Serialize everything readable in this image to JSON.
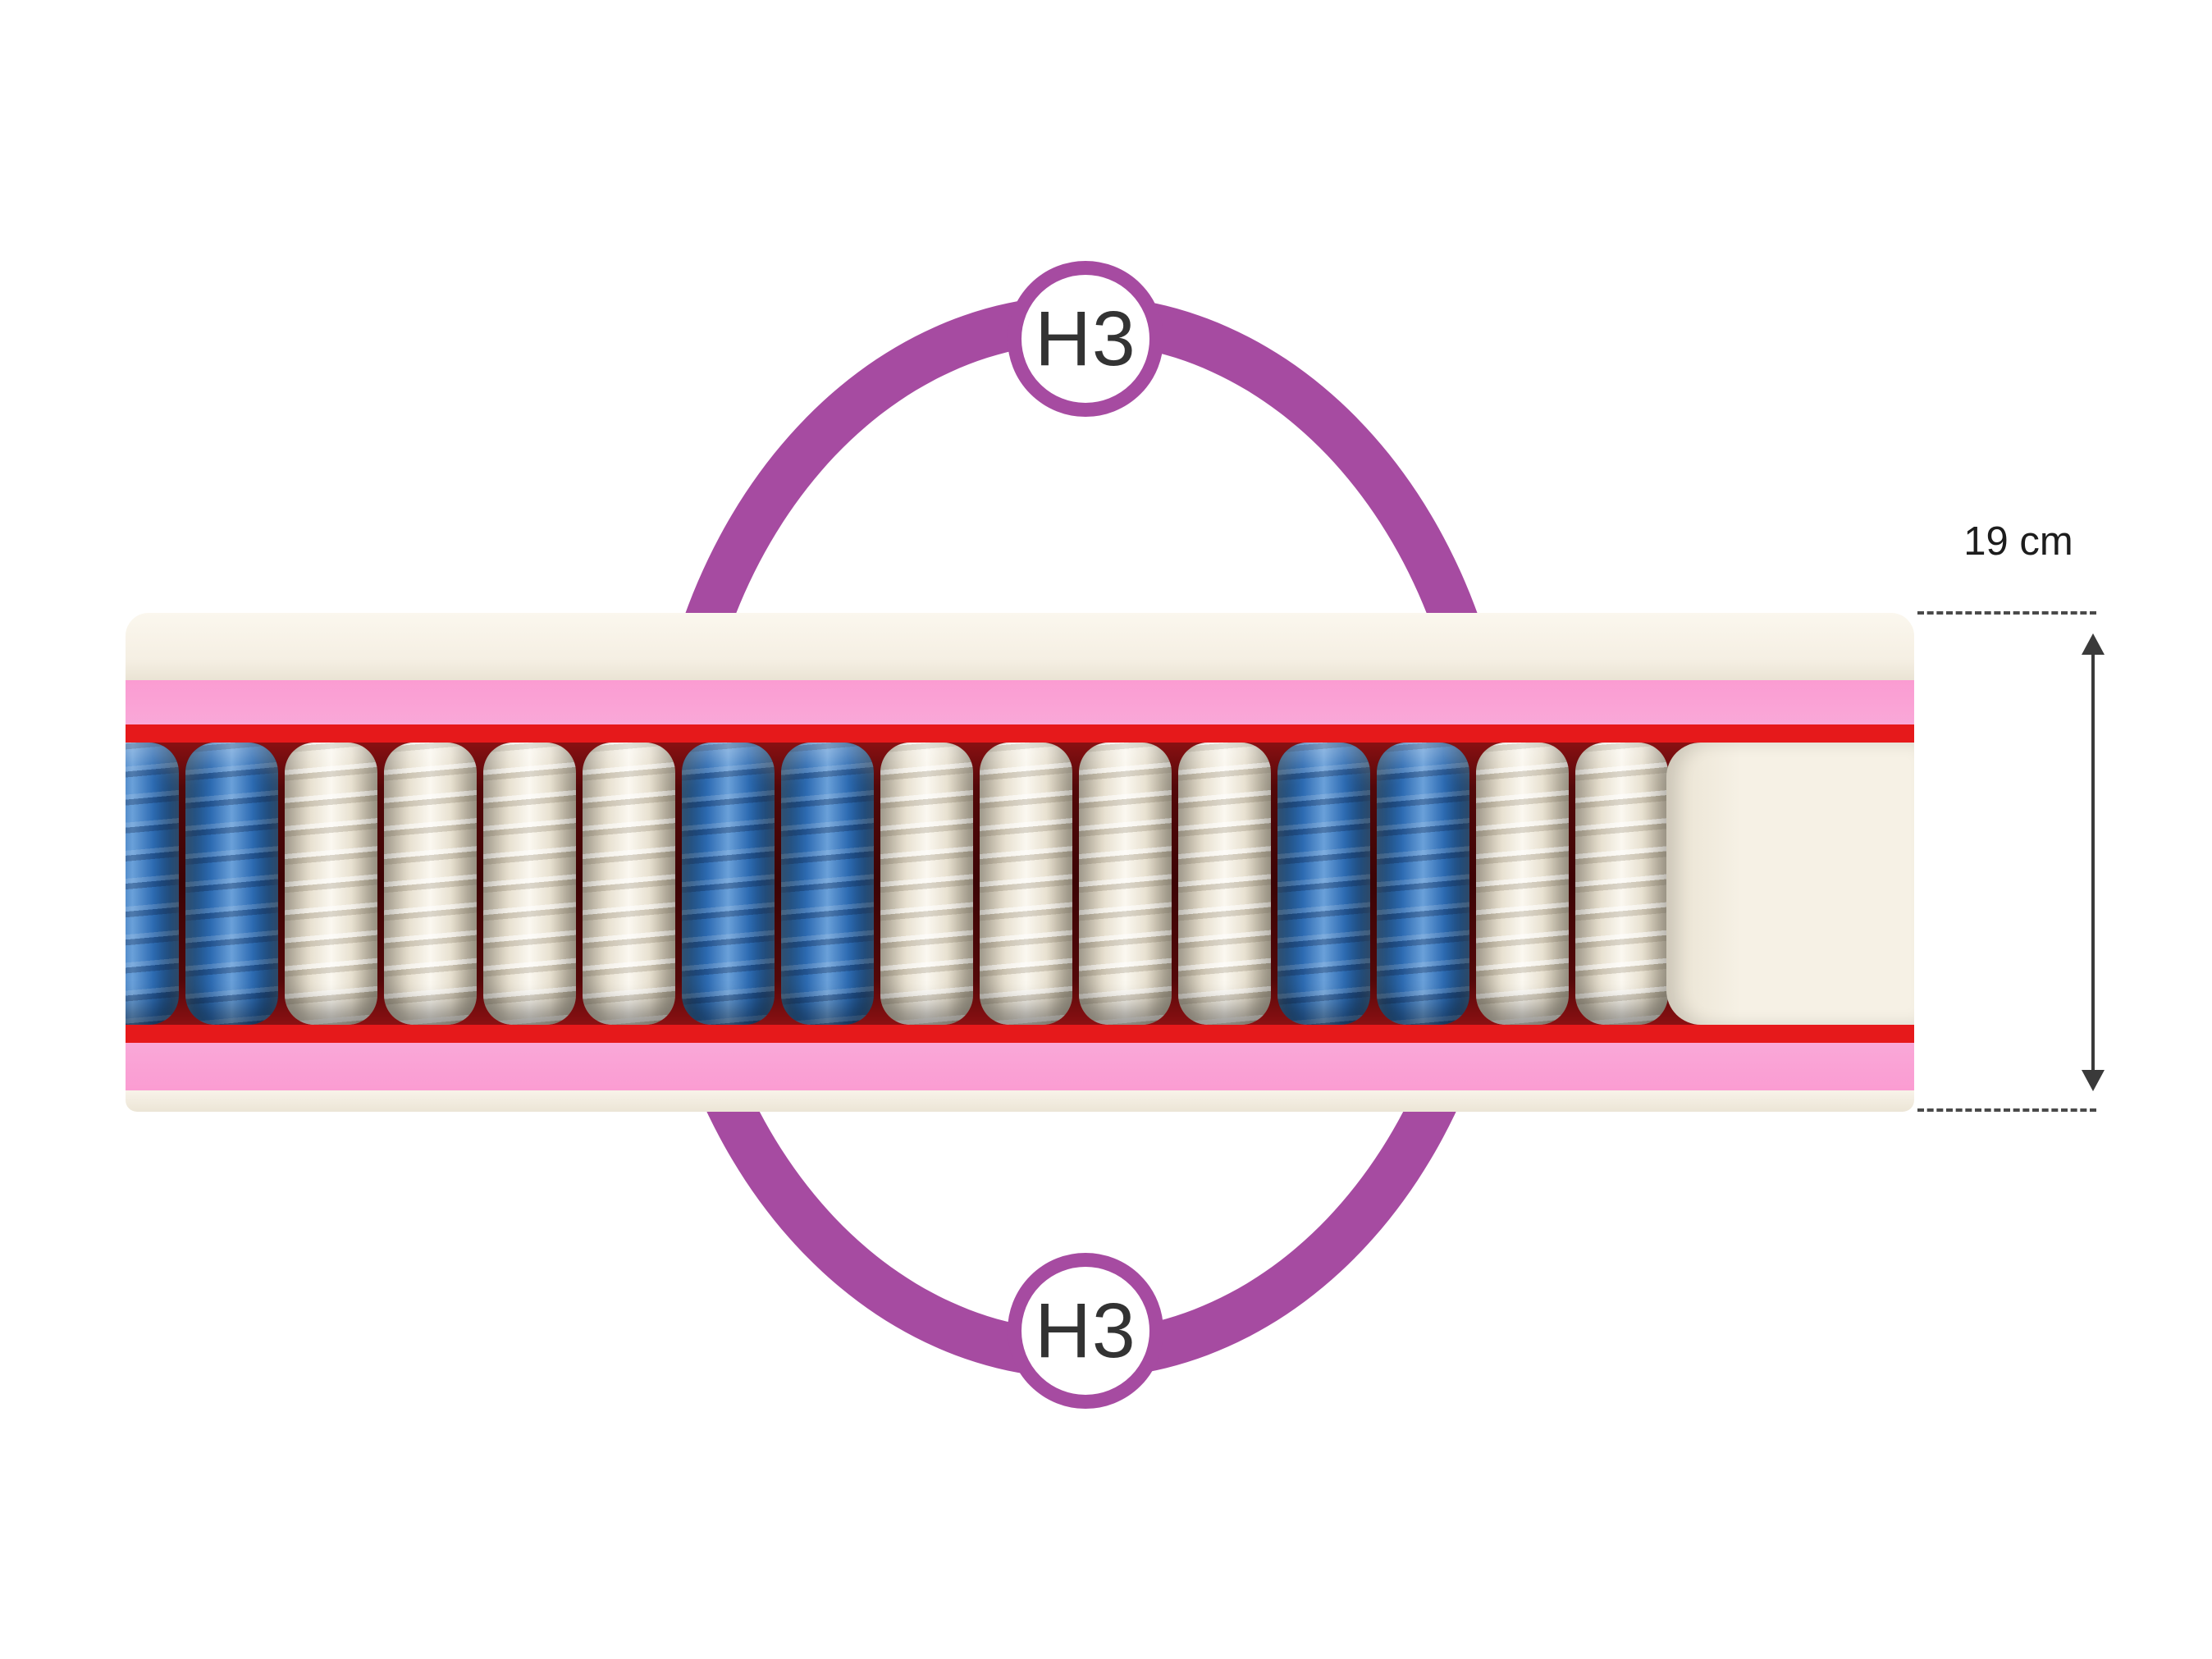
{
  "badges": {
    "top": "H3",
    "bottom": "H3"
  },
  "dimension": {
    "label": "19 cm"
  },
  "coils": {
    "pattern": [
      "blue",
      "blue",
      "white",
      "white",
      "white",
      "white",
      "blue",
      "blue",
      "white",
      "white",
      "white",
      "white",
      "blue",
      "blue",
      "white",
      "white"
    ]
  },
  "colors": {
    "ring_purple": "#a64ba1",
    "badge_text": "#333333",
    "cover_cream": "#f5efe3",
    "foam_pink": "#f9a8d8",
    "support_red": "#e6191b",
    "coil_blue": "#2e6cb3",
    "coil_white": "#e8e1d1",
    "coil_gap_maroon": "#3c0405",
    "annotation_dark": "#3a3a3a"
  }
}
